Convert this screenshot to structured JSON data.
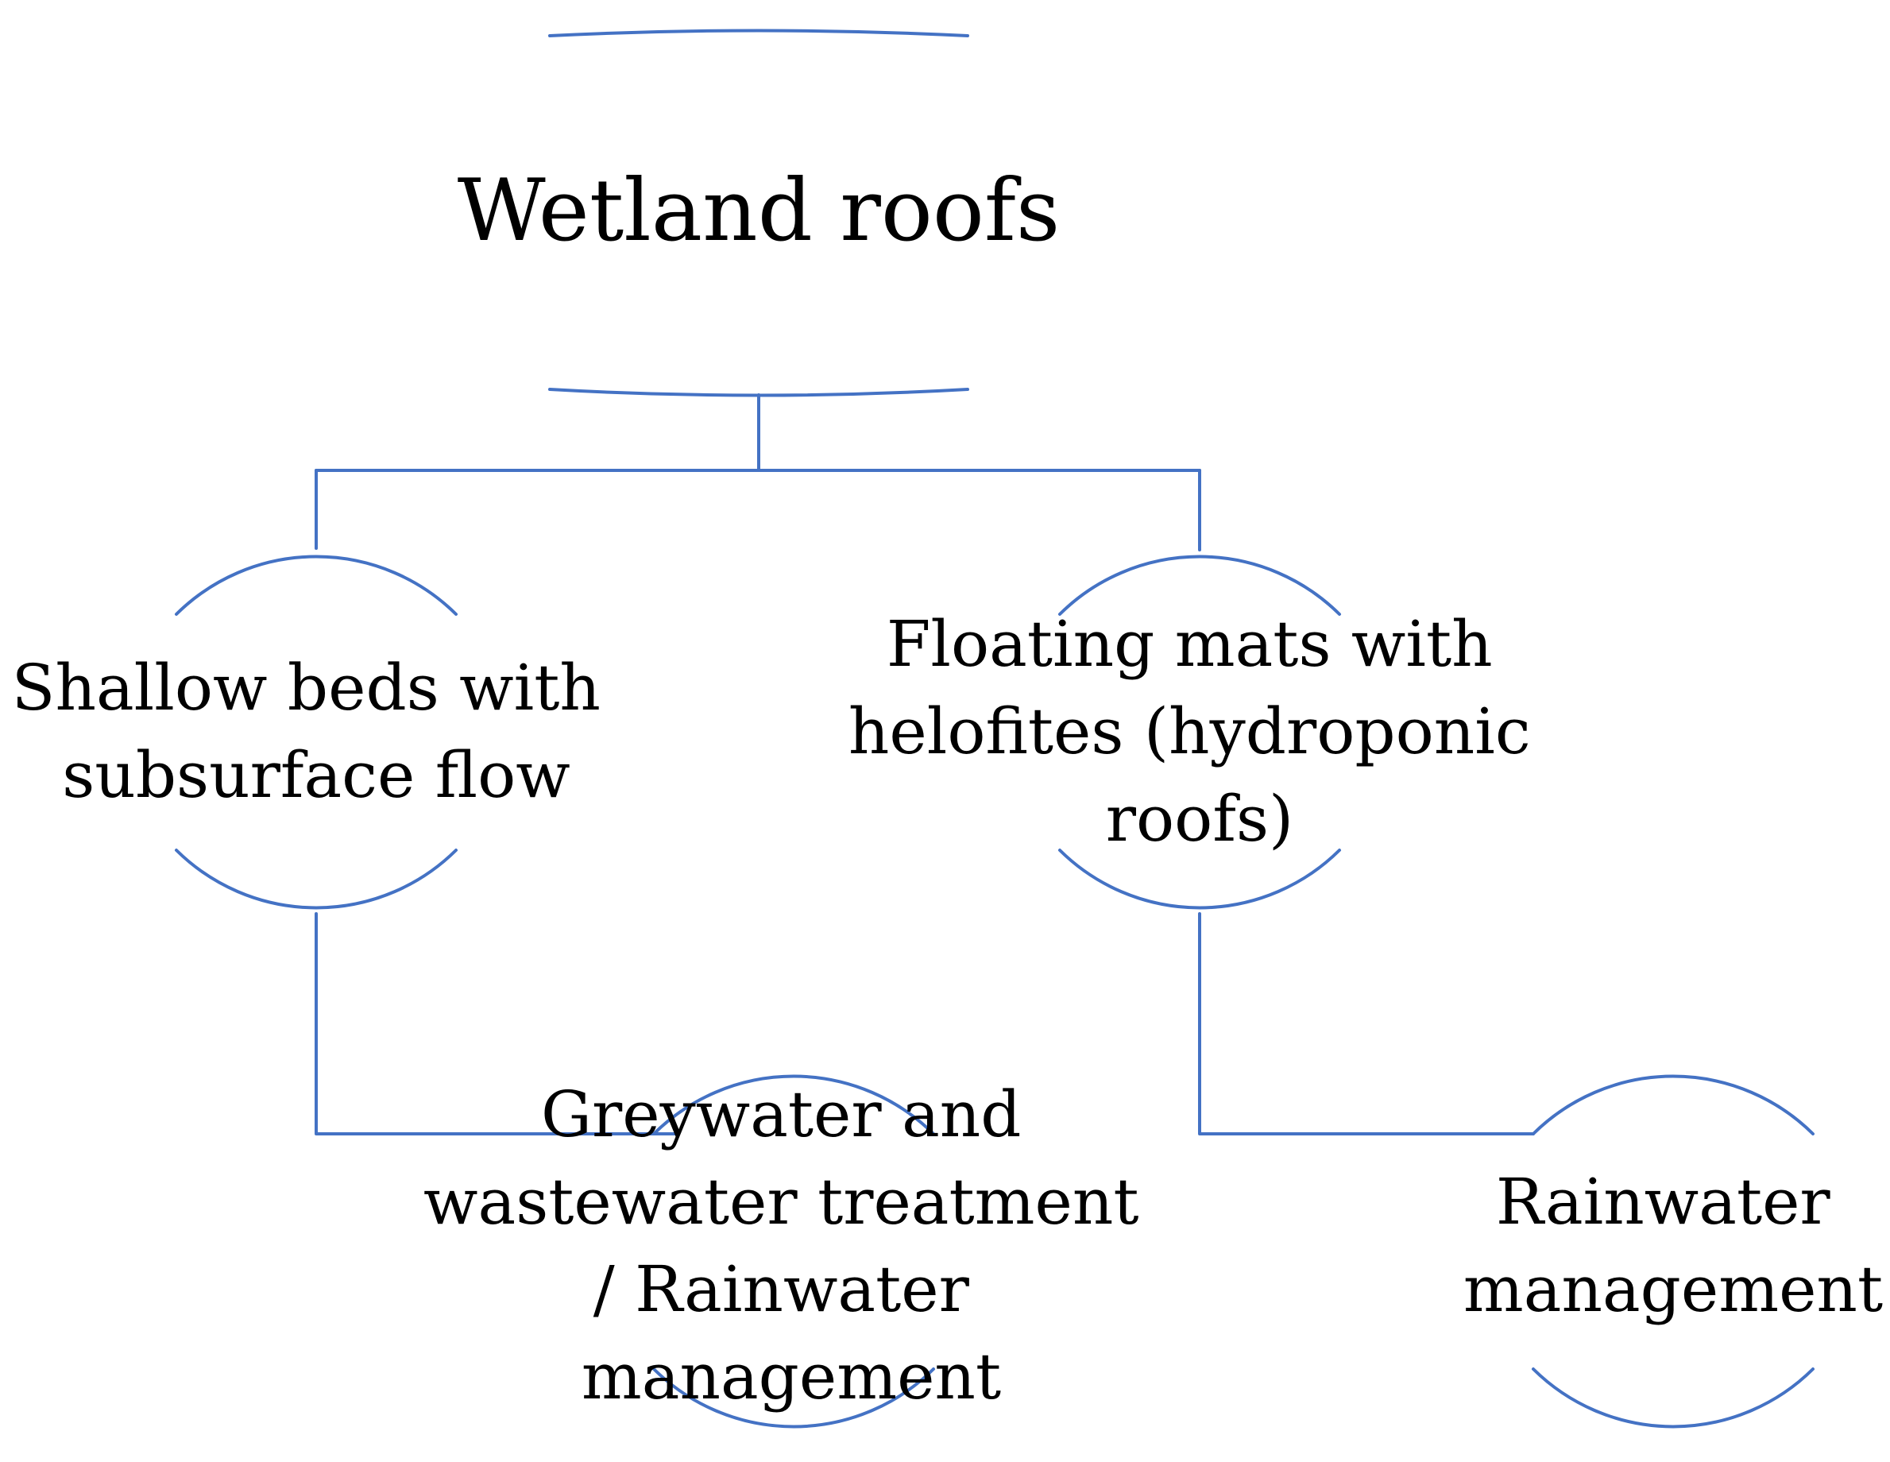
{
  "colors": {
    "line": "#4472c4",
    "text": "#000000",
    "background": "#ffffff"
  },
  "nodes": {
    "root": {
      "lines": [
        "Wetland roofs"
      ]
    },
    "shallow_beds": {
      "lines": [
        "Shallow beds with",
        "subsurface flow"
      ]
    },
    "floating_mats": {
      "lines": [
        "Floating mats with",
        "helofites (hydroponic",
        "roofs)"
      ]
    },
    "greywater": {
      "lines": [
        "Greywater and",
        "wastewater treatment",
        "/ Rainwater",
        "management"
      ]
    },
    "rainwater": {
      "lines": [
        "Rainwater",
        "management"
      ]
    }
  }
}
